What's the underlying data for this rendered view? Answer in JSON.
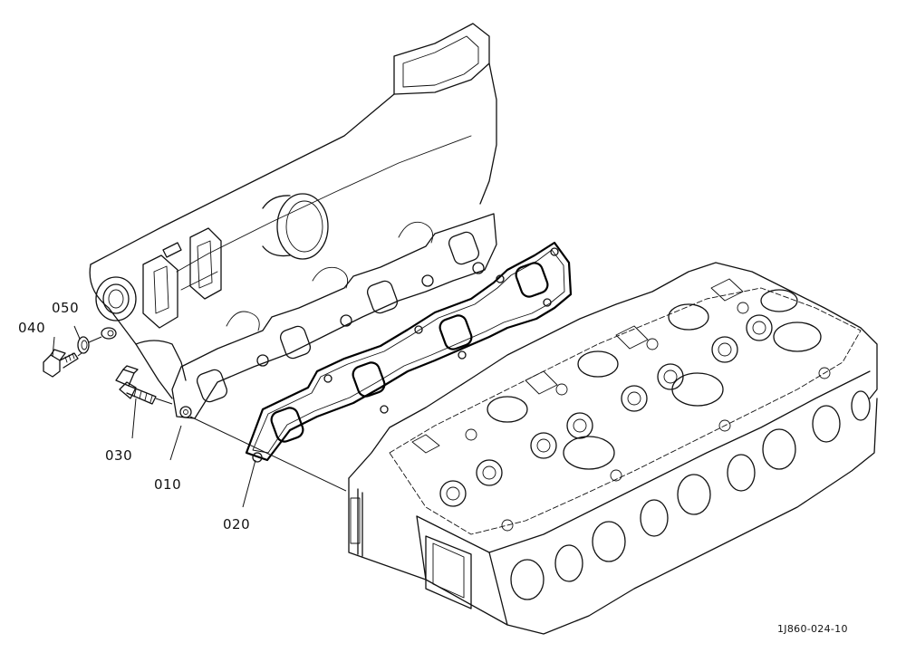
{
  "parts": [
    {
      "callout": "010",
      "name": "exhaust-manifold"
    },
    {
      "callout": "020",
      "name": "manifold-gasket"
    },
    {
      "callout": "030",
      "name": "stud-bolt"
    },
    {
      "callout": "040",
      "name": "flange-bolt"
    },
    {
      "callout": "050",
      "name": "washer"
    }
  ],
  "reference_code": "1J860-024-10"
}
